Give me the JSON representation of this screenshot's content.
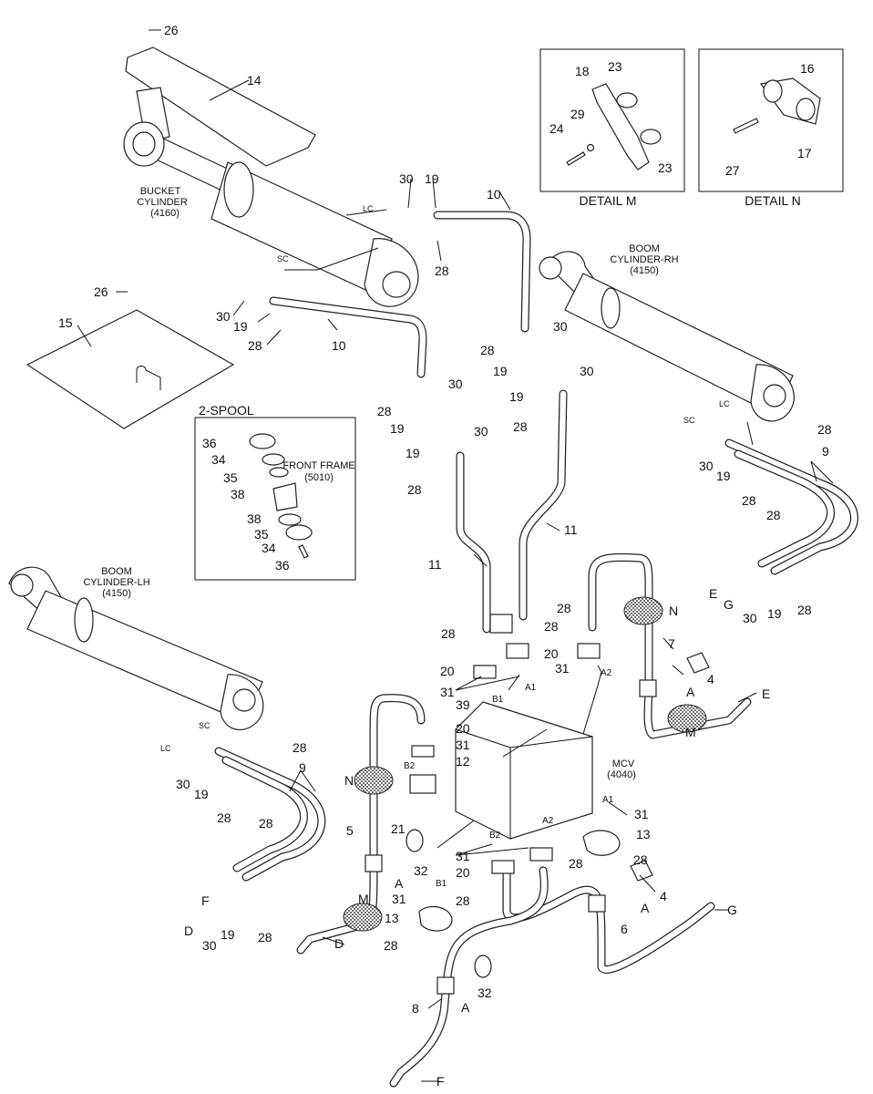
{
  "labels": {
    "bucket_cyl_1": "BUCKET",
    "bucket_cyl_2": "CYLINDER",
    "bucket_cyl_3": "(4160)",
    "boom_rh_1": "BOOM",
    "boom_rh_2": "CYLINDER-RH",
    "boom_rh_3": "(4150)",
    "boom_lh_1": "BOOM",
    "boom_lh_2": "CYLINDER-LH",
    "boom_lh_3": "(4150)",
    "front_frame_1": "FRONT FRAME",
    "front_frame_2": "(5010)",
    "mcv_1": "MCV",
    "mcv_2": "(4040)",
    "two_spool": "2-SPOOL",
    "detail_m": "DETAIL M",
    "detail_n": "DETAIL N",
    "lc": "LC",
    "sc": "SC"
  },
  "callouts": {
    "p4": "4",
    "p5": "5",
    "p6": "6",
    "p7": "7",
    "p8": "8",
    "p9": "9",
    "p10": "10",
    "p11": "11",
    "p12": "12",
    "p13": "13",
    "p14": "14",
    "p15": "15",
    "p16": "16",
    "p17": "17",
    "p18": "18",
    "p19": "19",
    "p20": "20",
    "p21": "21",
    "p23": "23",
    "p24": "24",
    "p26": "26",
    "p27": "27",
    "p28": "28",
    "p29": "29",
    "p30": "30",
    "p31": "31",
    "p32": "32",
    "p34": "34",
    "p35": "35",
    "p36": "36",
    "p38": "38",
    "p39": "39"
  },
  "markers": {
    "A": "A",
    "D": "D",
    "E": "E",
    "F": "F",
    "G": "G",
    "M": "M",
    "N": "N",
    "A1": "A1",
    "A2": "A2",
    "B1": "B1",
    "B2": "B2"
  }
}
